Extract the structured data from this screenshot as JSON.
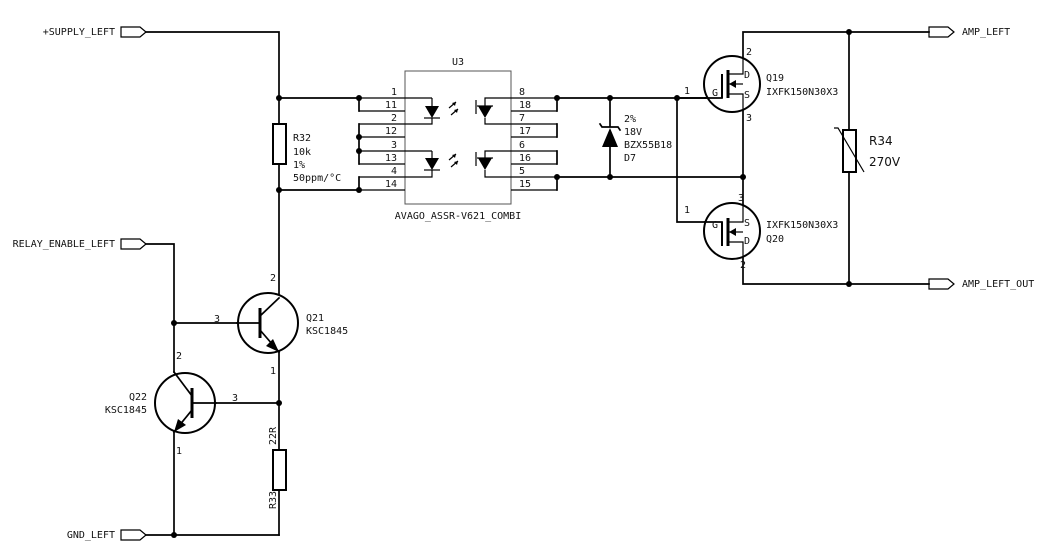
{
  "ports": {
    "supply": "+SUPPLY_LEFT",
    "relay": "RELAY_ENABLE_LEFT",
    "gnd": "GND_LEFT",
    "amp": "AMP_LEFT",
    "amp_out": "AMP_LEFT_OUT"
  },
  "u3": {
    "ref": "U3",
    "value": "AVAGO_ASSR-V621_COMBI",
    "left_pins": [
      "1",
      "11",
      "2",
      "12",
      "3",
      "13",
      "4",
      "14"
    ],
    "right_pins": [
      "8",
      "18",
      "7",
      "17",
      "6",
      "16",
      "5",
      "15"
    ]
  },
  "r32": {
    "ref": "R32",
    "value": "10k",
    "tol": "1%",
    "tc": "50ppm/°C"
  },
  "r33": {
    "ref": "R33",
    "value": "22R"
  },
  "r34": {
    "ref": "R34",
    "value": "270V"
  },
  "d7": {
    "tol": "2%",
    "voltage": "18V",
    "part": "BZX55B18",
    "ref": "D7"
  },
  "q19": {
    "ref": "Q19",
    "part": "IXFK150N30X3",
    "pin_g": "1",
    "pin_d": "2",
    "pin_s": "3",
    "g": "G",
    "d": "D",
    "s": "S"
  },
  "q20": {
    "ref": "Q20",
    "part": "IXFK150N30X3",
    "pin_g": "1",
    "pin_s": "3",
    "pin_d": "2",
    "g": "G",
    "d": "D",
    "s": "S"
  },
  "q21": {
    "ref": "Q21",
    "part": "KSC1845",
    "pin_b": "3",
    "pin_c": "2",
    "pin_e": "1"
  },
  "q22": {
    "ref": "Q22",
    "part": "KSC1845",
    "pin_b": "3",
    "pin_c": "2",
    "pin_e": "1"
  }
}
